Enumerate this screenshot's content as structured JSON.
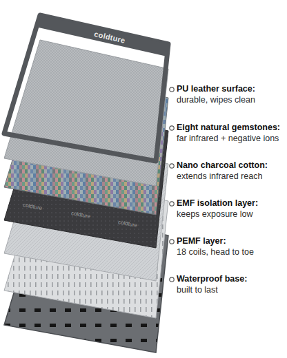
{
  "diagram": {
    "labels": [
      "coldture",
      "coldture",
      "coldture",
      "coldture",
      "PU leather surface:",
      "durable, wipes clean",
      "Eight natural gemstones:",
      "far infrared + negative ions",
      "Nano charcoal cotton:",
      "extends infrared reach",
      "EMF isolation layer:",
      "keeps exposure low",
      "PEMF layer:",
      "18 coils, head to toe",
      "Waterproof base:",
      "built to last"
    ]
  }
}
